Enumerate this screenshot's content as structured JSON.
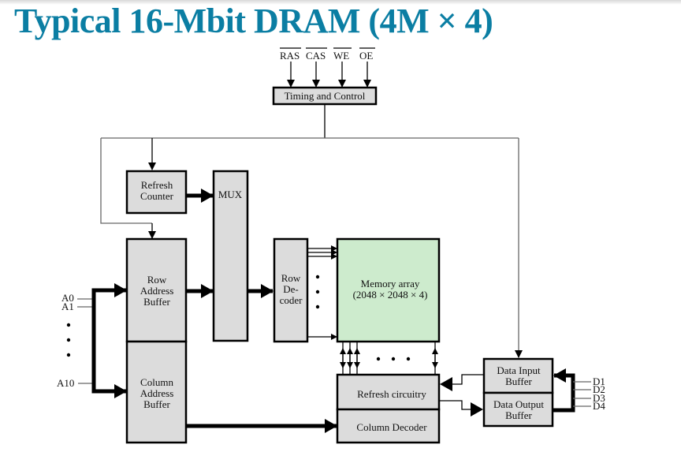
{
  "title": "Typical 16-Mbit DRAM (4M × 4)",
  "colors": {
    "title": "#0b7ea3",
    "block_fill": "#dcdcdc",
    "memory_fill": "#cdebcd"
  },
  "control_signals": [
    "RAS",
    "CAS",
    "WE",
    "OE"
  ],
  "blocks": {
    "timing": "Timing and Control",
    "refresh_counter": [
      "Refresh",
      "Counter"
    ],
    "mux": "MUX",
    "row_address_buffer": [
      "Row",
      "Address",
      "Buffer"
    ],
    "column_address_buffer": [
      "Column",
      "Address",
      "Buffer"
    ],
    "row_decoder": [
      "Row",
      "De-",
      "coder"
    ],
    "memory_array": [
      "Memory array",
      "(2048 × 2048 × 4)"
    ],
    "refresh_circuitry": "Refresh circuitry",
    "column_decoder": "Column Decoder",
    "data_input_buffer": [
      "Data Input",
      "Buffer"
    ],
    "data_output_buffer": [
      "Data Output",
      "Buffer"
    ]
  },
  "address_pins": {
    "first": "A0",
    "second": "A1",
    "last": "A10"
  },
  "data_pins": [
    "D1",
    "D2",
    "D3",
    "D4"
  ]
}
